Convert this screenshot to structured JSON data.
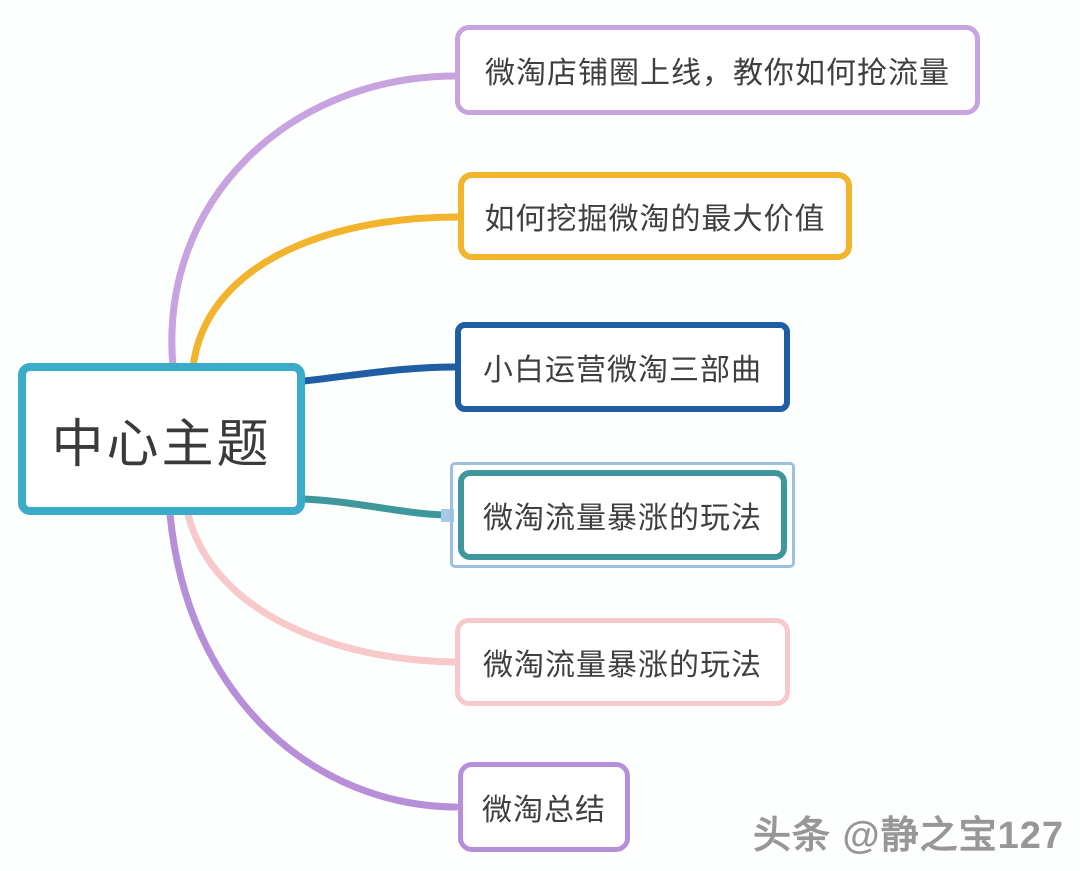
{
  "central": {
    "label": "中心主题",
    "border_color": "#3aacc9"
  },
  "branches": [
    {
      "label": "微淘店铺圈上线，教你如何抢流量",
      "color": "#c7a3df"
    },
    {
      "label": "如何挖掘微淘的最大价值",
      "color": "#f2b42d"
    },
    {
      "label": "小白运营微淘三部曲",
      "color": "#1f5ea3"
    },
    {
      "label": "微淘流量暴涨的玩法",
      "color": "#3e989b",
      "selected": true,
      "selection_color": "#9cc1e0",
      "selection_handle_color": "#a7c9e8"
    },
    {
      "label": "微淘流量暴涨的玩法",
      "color": "#f7c9cb"
    },
    {
      "label": "微淘总结",
      "color": "#b78fd9"
    }
  ],
  "watermark": {
    "text": "头条 @静之宝127",
    "color": "#8f8f8f"
  }
}
